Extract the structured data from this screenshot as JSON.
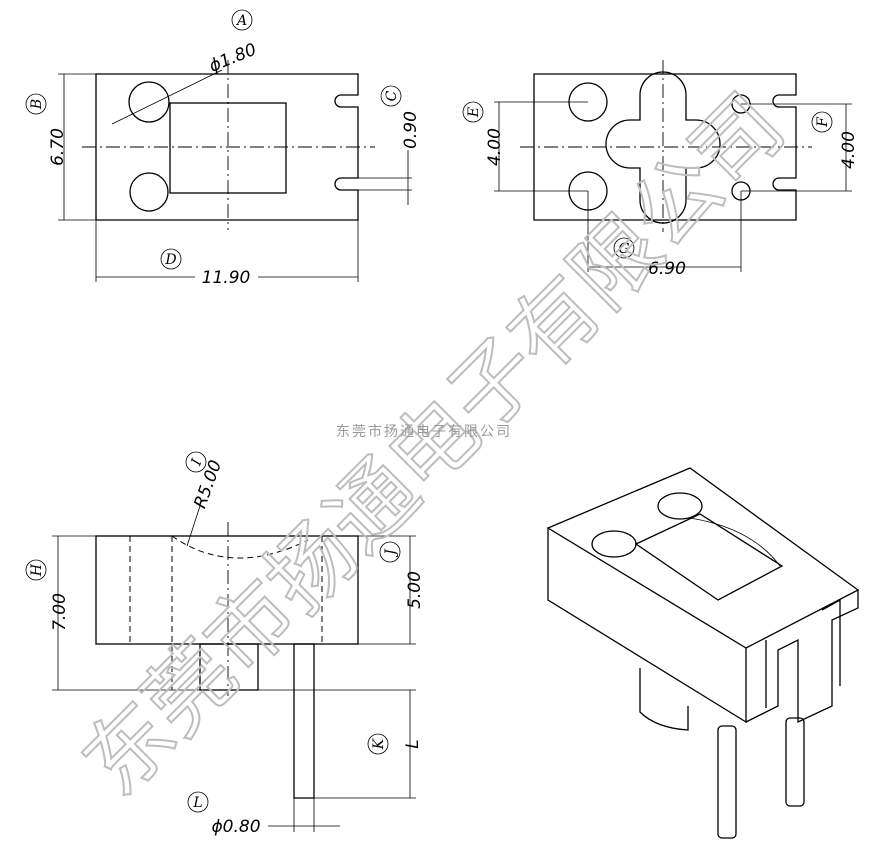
{
  "top_view": {
    "label_A": "A",
    "label_B": "B",
    "label_C": "C",
    "label_D": "D",
    "dim_hole": "ϕ1.80",
    "dim_height": "6.70",
    "dim_slot": "0.90",
    "dim_width": "11.90"
  },
  "bottom_view": {
    "label_E": "E",
    "label_F": "F",
    "label_G": "G",
    "dim_left_pitch": "4.00",
    "dim_right_pitch": "4.00",
    "dim_span": "6.90"
  },
  "side_view": {
    "label_H": "H",
    "label_I": "I",
    "label_J": "J",
    "label_K": "K",
    "label_L": "L",
    "dim_radius": "R5.00",
    "dim_height": "7.00",
    "dim_body": "5.00",
    "dim_pin_len": "L",
    "dim_pin_dia": "ϕ0.80"
  },
  "watermark": {
    "big": "东莞市扬通电子有限公司",
    "small": "东莞市扬通电子有限公司"
  }
}
